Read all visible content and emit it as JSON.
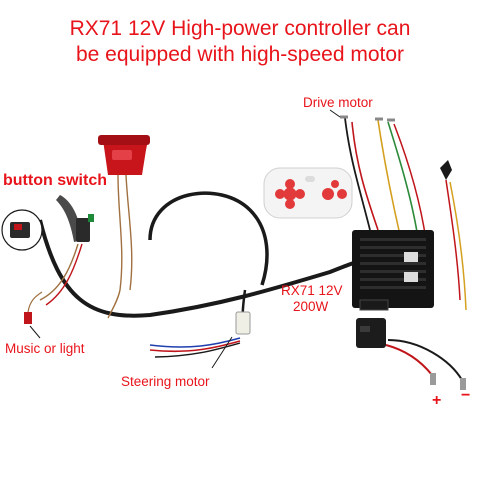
{
  "title": {
    "line1": "RX71 12V High-power controller can",
    "line2": "be equipped with high-speed motor"
  },
  "labels": {
    "drive_motor": "Drive motor",
    "button_switch": "button switch",
    "music_or_light": "Music or light",
    "steering_motor": "Steering motor",
    "controller_model": "RX71 12V",
    "controller_power": "200W",
    "plus": "+",
    "minus": "−"
  },
  "colors": {
    "accent": "#e8141b",
    "cable": "#1a1a1a",
    "controller": "#141414",
    "pedal": "#c8151c",
    "remote": "#f4f4f4",
    "remote_buttons": "#e23a3a"
  }
}
